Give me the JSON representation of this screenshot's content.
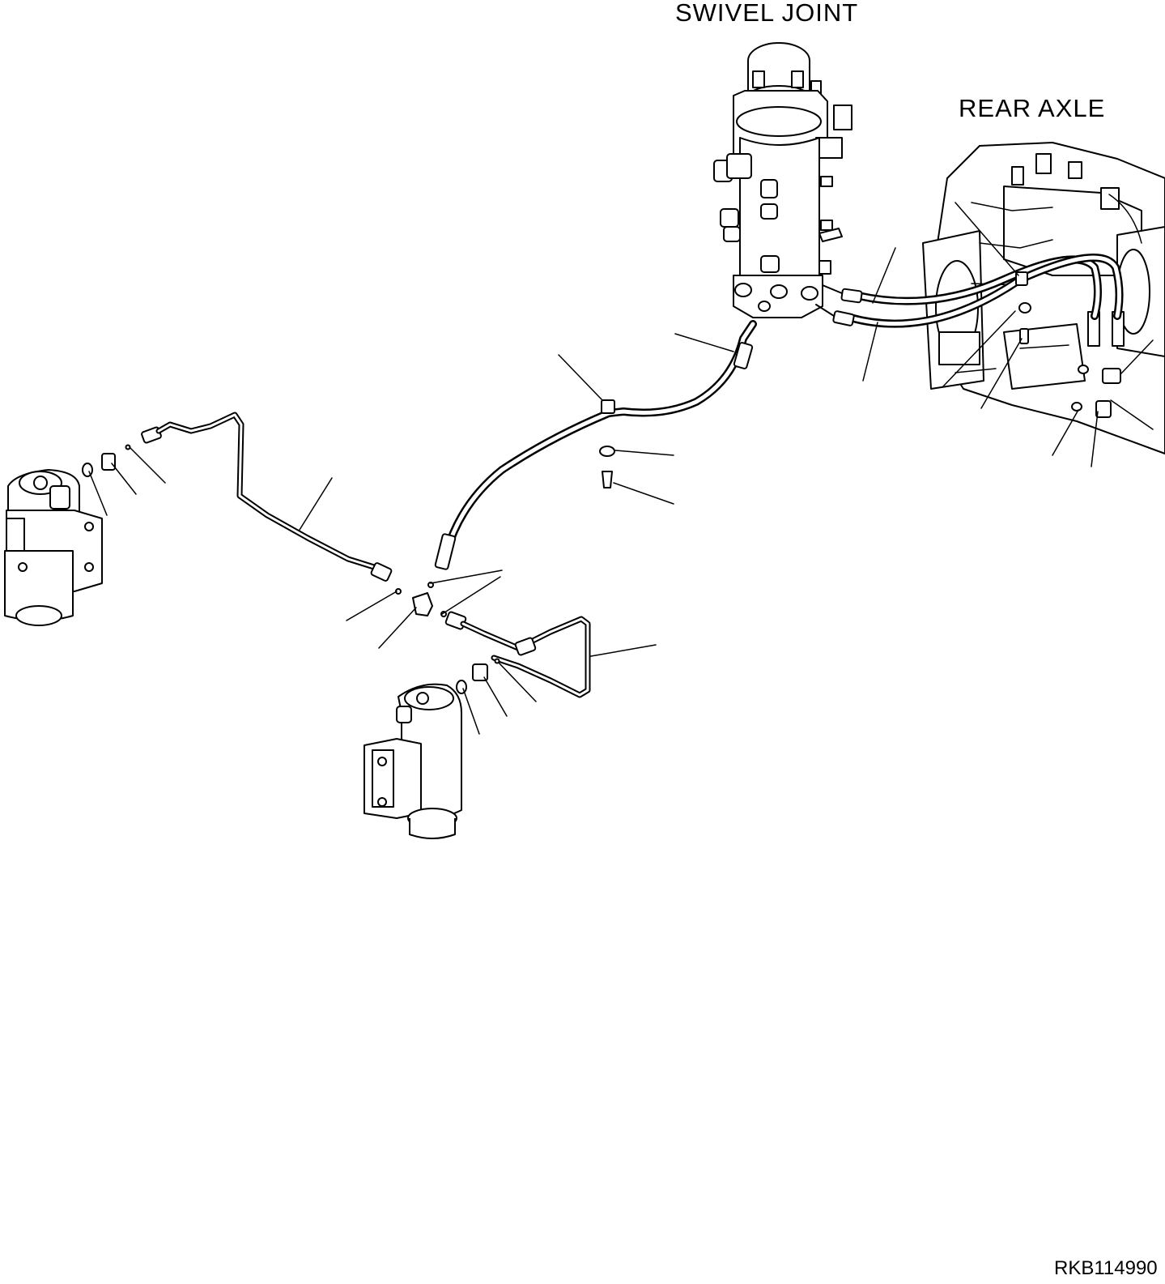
{
  "labels": {
    "swivel_joint": "SWIVEL JOINT",
    "rear_axle": "REAR AXLE",
    "drawing_code": "RKB114990"
  },
  "colors": {
    "ink": "#000000",
    "paper": "#ffffff"
  }
}
